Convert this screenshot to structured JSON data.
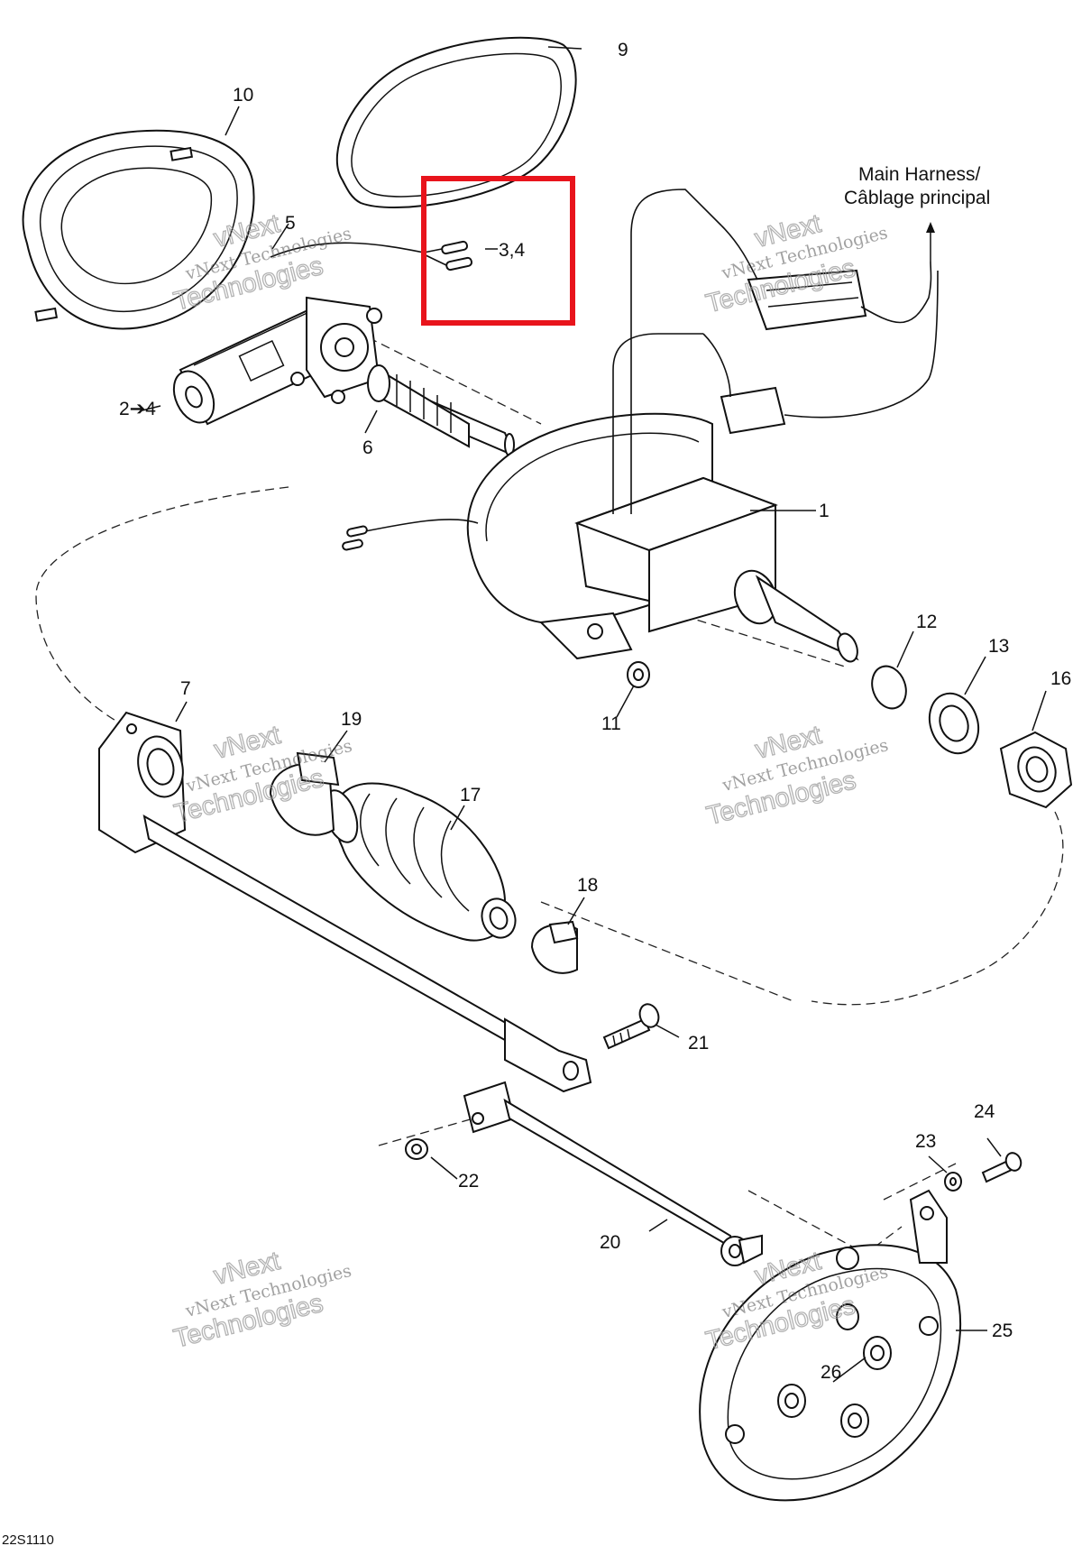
{
  "callouts": {
    "c1": "1",
    "c2_4": "2➔4",
    "c3_4": "3,4",
    "c5": "5",
    "c6": "6",
    "c7": "7",
    "c9": "9",
    "c10": "10",
    "c11": "11",
    "c12": "12",
    "c13": "13",
    "c16": "16",
    "c17": "17",
    "c18": "18",
    "c19": "19",
    "c20": "20",
    "c21": "21",
    "c22": "22",
    "c23": "23",
    "c24": "24",
    "c25": "25",
    "c26": "26"
  },
  "harness": {
    "line1": "Main Harness/",
    "line2": "Câblage principal"
  },
  "watermark": {
    "line1": "vNext",
    "line2": "vNext Technologies",
    "line3": "Technologies"
  },
  "diagram_code": "22S1110",
  "highlight_color": "#e8141c"
}
